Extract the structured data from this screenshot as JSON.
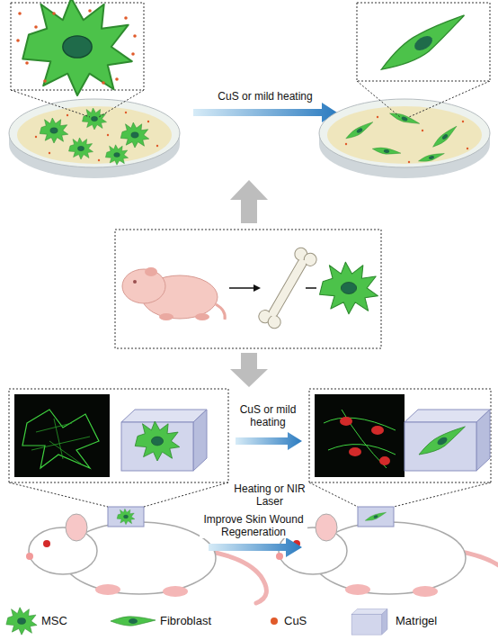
{
  "diagram": {
    "labels": [
      "CuS or mild heating",
      "CuS or mild heating",
      "Heating or NIR Laser",
      "Improve Skin Wound Regeneration"
    ],
    "legend": [
      {
        "text": "MSC"
      },
      {
        "text": "Fibroblast"
      },
      {
        "text": "CuS"
      },
      {
        "text": "Matrigel"
      }
    ]
  }
}
